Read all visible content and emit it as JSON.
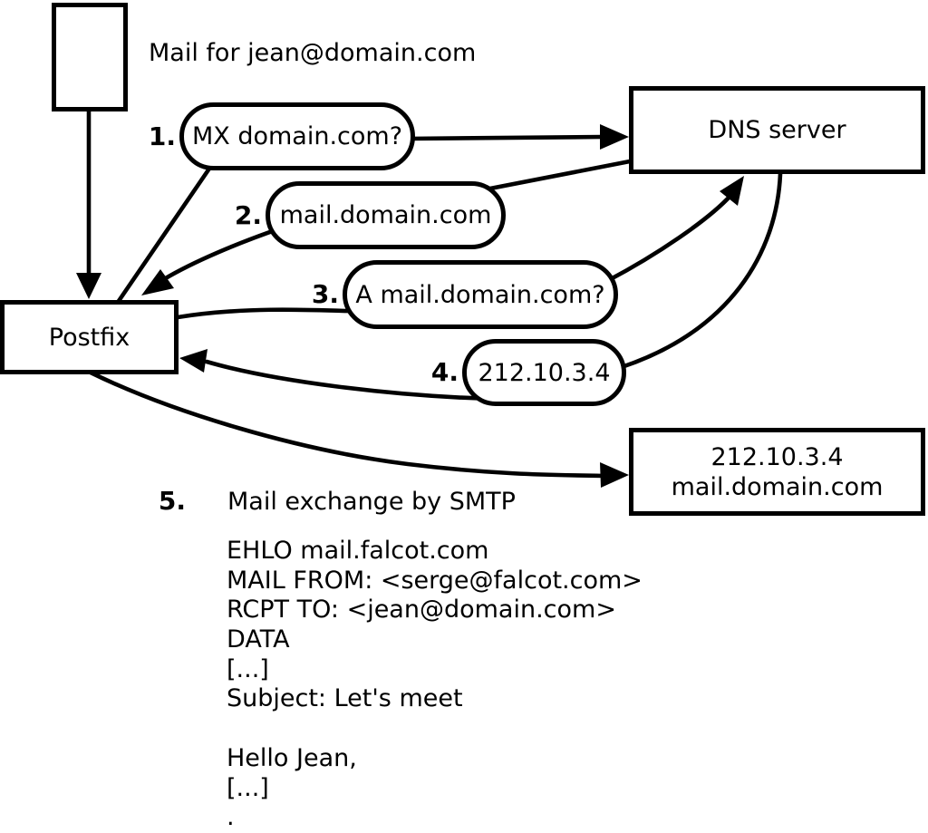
{
  "colors": {
    "ink": "#000000",
    "background": "#ffffff"
  },
  "annotation": {
    "title": "Mail for jean@domain.com"
  },
  "nodes": {
    "postfix": {
      "label": "Postfix"
    },
    "dns_server": {
      "label": "DNS server"
    },
    "mail_host": {
      "line1": "212.10.3.4",
      "line2": "mail.domain.com"
    }
  },
  "steps": [
    {
      "num": "1.",
      "label": "MX domain.com?"
    },
    {
      "num": "2.",
      "label": "mail.domain.com"
    },
    {
      "num": "3.",
      "label": "A mail.domain.com?"
    },
    {
      "num": "4.",
      "label": "212.10.3.4"
    },
    {
      "num": "5.",
      "label": "Mail exchange by SMTP"
    }
  ],
  "smtp_session": {
    "lines": [
      "EHLO mail.falcot.com",
      "MAIL FROM: <serge@falcot.com>",
      "RCPT TO: <jean@domain.com>",
      "DATA",
      "[...]",
      "Subject: Let's meet",
      "",
      "Hello Jean,",
      "[...]",
      "."
    ]
  }
}
